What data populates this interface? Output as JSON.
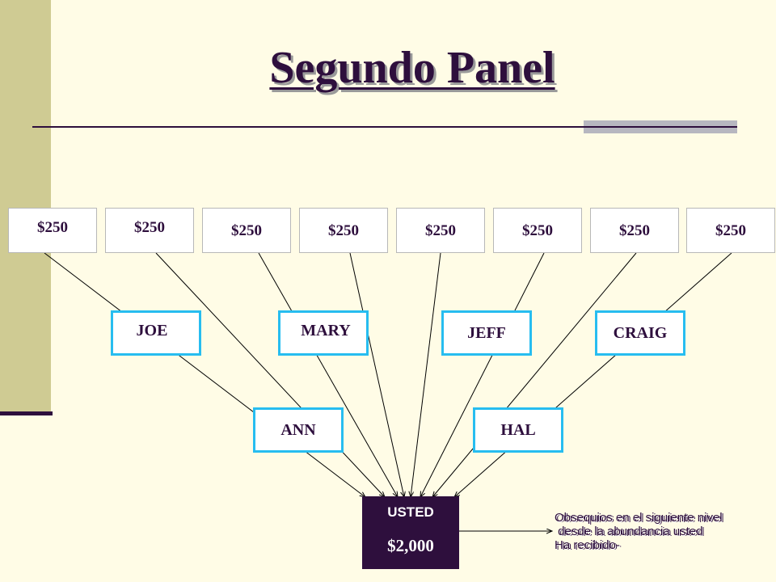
{
  "title": "Segundo Panel",
  "amounts": [
    "$250",
    "$250",
    "$250",
    "$250",
    "$250",
    "$250",
    "$250",
    "$250"
  ],
  "upper_names": [
    "JOE",
    "MARY",
    "JEFF",
    "CRAIG"
  ],
  "lower_names": [
    "ANN",
    "HAL"
  ],
  "usted": {
    "label": "USTED",
    "amount": "$2,000"
  },
  "note": {
    "line1": "Obsequios en el siguiente nivel",
    "line2": " desde la abundancia usted",
    "line3": "Ha recibido-"
  },
  "colors": {
    "dark": "#2e0f3d",
    "accent_border": "#27bdf0",
    "background": "#fffce6",
    "sidebar": "#cfcb93"
  }
}
